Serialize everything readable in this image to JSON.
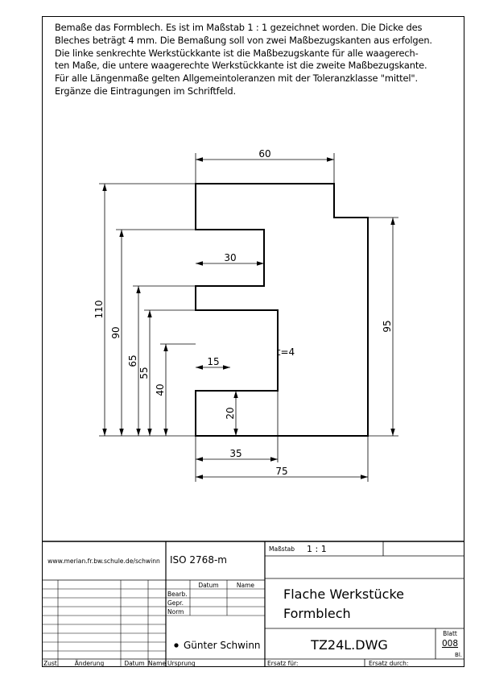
{
  "task_text": "Bemaße das Formblech. Es ist im Maßstab 1 : 1 gezeichnet worden. Die Dicke des Bleches beträgt 4 mm. Die Bemaßung soll von zwei Maßbezugskanten aus erfolgen. Die linke senkrechte Werkstückkante ist die Maßbezugskante für alle waagerechten Maße, die untere waagerechte Werkstückkante ist die zweite Maßbezugskante. Für alle Längenmaße gelten Allgemeintoleranzen mit der Toleranzklasse \"mittel\". Ergänze die Eintragungen im Schriftfeld.",
  "task_lines": [
    "Bemaße das Formblech. Es ist im Maßstab 1 : 1 gezeichnet worden. Die Dicke des",
    "Bleches beträgt 4 mm. Die Bemaßung soll von zwei Maßbezugskanten aus erfolgen.",
    "Die linke senkrechte Werkstückkante ist die Maßbezugskante für alle waagerech-",
    "ten Maße, die untere waagerechte Werkstückkante ist die zweite Maßbezugskante.",
    "Für alle Längenmaße gelten Allgemeintoleranzen mit der Toleranzklasse \"mittel\".",
    "Ergänze die Eintragungen im Schriftfeld."
  ],
  "dimensions": {
    "top_width": "60",
    "slot_width": "30",
    "notch_width": "15",
    "bottom_left": "35",
    "total_width": "75",
    "height_total": "110",
    "height_90": "90",
    "height_65": "65",
    "height_55": "55",
    "height_40": "40",
    "height_20": "20",
    "height_right": "95",
    "thickness": "t=4"
  },
  "title_block": {
    "website": "www.merian.fr.bw.schule.de/schwinn",
    "standard": "ISO 2768-m",
    "scale_label": "Maßstab",
    "scale_value": "1 : 1",
    "col_datum": "Datum",
    "col_name": "Name",
    "row_bearb": "Bearb.",
    "row_gepr": "Gepr.",
    "row_norm": "Norm",
    "title_line1": "Flache Werkstücke",
    "title_line2": "Formblech",
    "author": "Günter Schwinn",
    "drawing_number": "TZ24L.DWG",
    "blatt_label": "Blatt",
    "blatt_value": "008",
    "bl_label": "Bl.",
    "footer_zust": "Zust.",
    "footer_aenderung": "Änderung",
    "footer_datum": "Datum",
    "footer_name": "Name",
    "footer_ursprung": "Ursprung",
    "footer_ersatz_fuer": "Ersatz für:",
    "footer_ersatz_durch": "Ersatz durch:"
  }
}
